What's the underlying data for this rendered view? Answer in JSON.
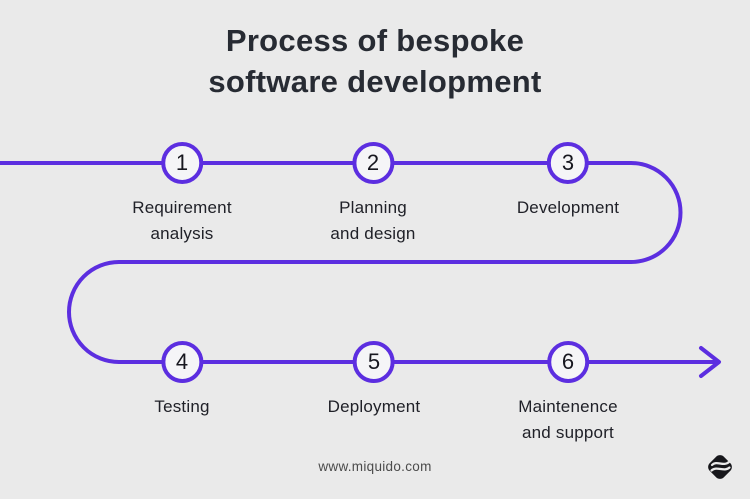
{
  "title": {
    "line1": "Process of bespoke",
    "line2": "software development"
  },
  "steps": [
    {
      "number": "1",
      "lines": [
        "Requirement",
        "analysis"
      ]
    },
    {
      "number": "2",
      "lines": [
        "Planning",
        "and design"
      ]
    },
    {
      "number": "3",
      "lines": [
        "Development"
      ]
    },
    {
      "number": "4",
      "lines": [
        "Testing"
      ]
    },
    {
      "number": "5",
      "lines": [
        "Deployment"
      ]
    },
    {
      "number": "6",
      "lines": [
        "Maintenence",
        "and support"
      ]
    }
  ],
  "footer": {
    "website": "www.miquido.com"
  },
  "colors": {
    "background": "#eaeaea",
    "accent": "#5c2ee0",
    "title_text": "#272b33",
    "label_text": "#202128",
    "footer_text": "#4b4b4b",
    "circle_fill": "#f5f5f7",
    "logo": "#17171b"
  }
}
